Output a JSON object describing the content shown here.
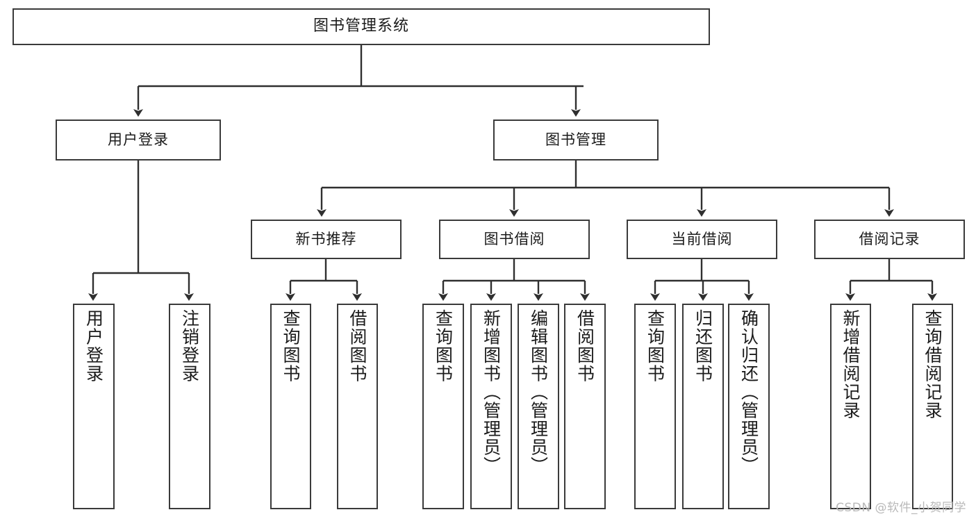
{
  "diagram": {
    "title": "图书管理系统",
    "type": "tree-hierarchy-diagram",
    "watermark": "CSDN @软件_小贺同学",
    "colors": {
      "box_border": "#3a3a3a",
      "box_fill": "#ffffff",
      "connector": "#2f2f2f",
      "text": "#1b1b1b",
      "watermark": "#b9b9b9",
      "background": "#ffffff"
    },
    "root": {
      "label": "图书管理系统"
    },
    "level2": [
      {
        "label": "用户登录"
      },
      {
        "label": "图书管理"
      }
    ],
    "level3": [
      {
        "label": "新书推荐"
      },
      {
        "label": "图书借阅"
      },
      {
        "label": "当前借阅"
      },
      {
        "label": "借阅记录"
      }
    ],
    "leaves": {
      "user_login": [
        {
          "label": "用户登录"
        },
        {
          "label": "注销登录"
        }
      ],
      "new_book_recommend": [
        {
          "label": "查询图书"
        },
        {
          "label": "借阅图书"
        }
      ],
      "book_borrow": [
        {
          "label": "查询图书"
        },
        {
          "label": "新增图书（管理员）"
        },
        {
          "label": "编辑图书（管理员）"
        },
        {
          "label": "借阅图书"
        }
      ],
      "current_borrow": [
        {
          "label": "查询图书"
        },
        {
          "label": "归还图书"
        },
        {
          "label": "确认归还（管理员）"
        }
      ],
      "borrow_record": [
        {
          "label": "新增借阅记录"
        },
        {
          "label": "查询借阅记录"
        }
      ]
    }
  }
}
